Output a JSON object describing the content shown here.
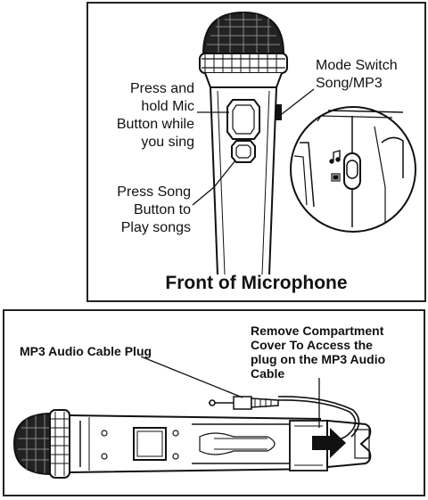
{
  "front_panel": {
    "mic_button_label": "Press and\nhold Mic\nButton while\nyou sing",
    "song_button_label": "Press Song\nButton to\nPlay songs",
    "mode_switch_label": "Mode Switch\nSong/MP3",
    "title": "Front of Microphone"
  },
  "back_panel": {
    "cable_plug_label": "MP3 Audio Cable Plug",
    "compartment_label": "Remove Compartment\nCover To Access  the\nplug on  the MP3 Audio\nCable"
  },
  "icons": [
    "music-note-icon",
    "mp3-icon",
    "arrow-icon"
  ]
}
